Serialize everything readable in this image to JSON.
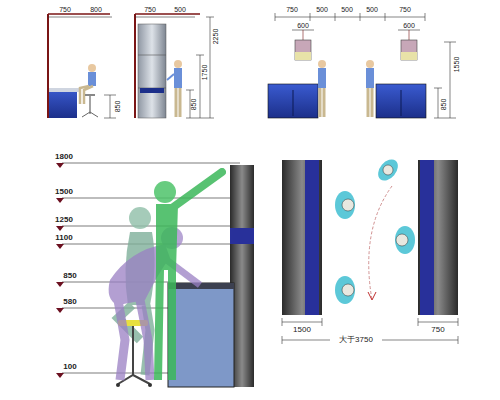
{
  "diagram": {
    "labels": [
      "750",
      "800",
      "850",
      "750",
      "500",
      "2250",
      "1750",
      "850",
      "750",
      "500",
      "500",
      "500",
      "750",
      "600",
      "600",
      "1550",
      "850",
      "1800",
      "1500",
      "1250",
      "1100",
      "850",
      "580",
      "100",
      "1500",
      "大于3750",
      "750"
    ]
  }
}
